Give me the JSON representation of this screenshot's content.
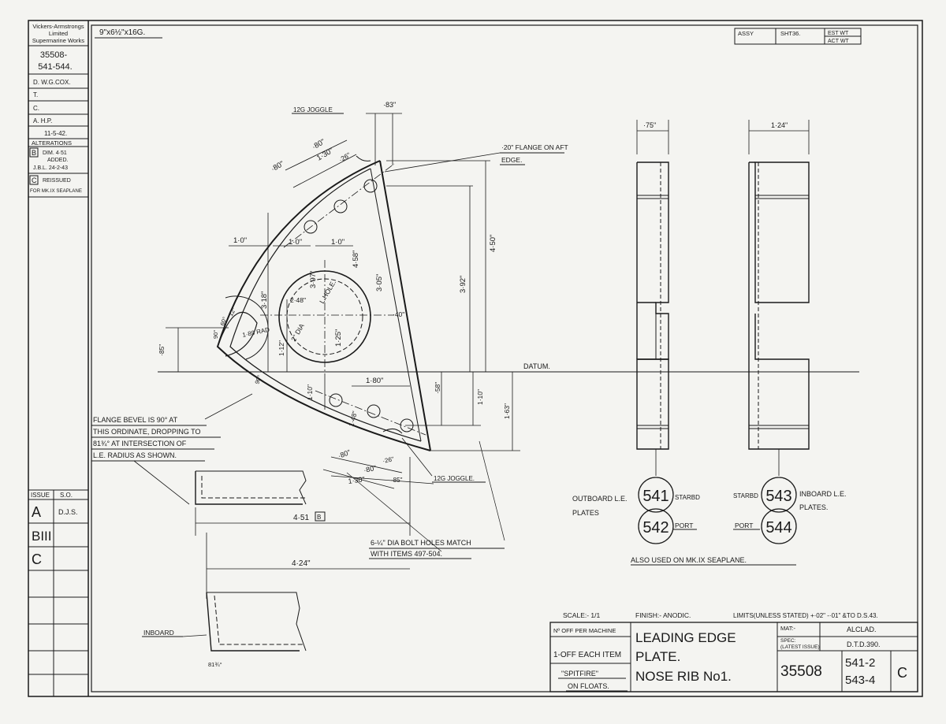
{
  "left_strip": {
    "company": [
      "Vickers-Armstrongs",
      "Limited",
      "Supermarine Works"
    ],
    "drawing_ref": [
      "35508-",
      "541-544."
    ],
    "drawn": "D. W.G.COX.",
    "traced": "T.",
    "checked": "C.",
    "approved": "A. H.P.",
    "date": "11-5-42.",
    "alterations_label": "ALTERATIONS",
    "alt_b": [
      "B",
      "DIM. 4·51",
      "ADDED.",
      "J.B.L. 24-2-43"
    ],
    "alt_c": [
      "C",
      "REISSUED",
      "FOR MK.IX SEAPLANE"
    ],
    "issue_header": [
      "ISSUE",
      "S.O."
    ],
    "issues": [
      {
        "issue": "A",
        "so": "D.J.S."
      },
      {
        "issue": "BIII",
        "so": ""
      },
      {
        "issue": "C",
        "so": ""
      }
    ]
  },
  "sheet_size": "9\"x6½\"x16G.",
  "top_right": {
    "assy": "ASSY",
    "sheet": "SHT36.",
    "est_wt": "EST WT",
    "act_wt": "ACT WT"
  },
  "rib_labels": {
    "joggle_top": "12G JOGGLE",
    "dim_083": "·83\"",
    "flange_aft": [
      "·20\" FLANGE ON AFT",
      "EDGE."
    ],
    "dims_top": [
      "·80\"",
      "·80\"",
      "1·30\"",
      "·26\""
    ],
    "dim_10a": "1·0\"",
    "dim_10b": "1·0\"",
    "dim_10c": "1·0\"",
    "dim_450": "4·50\"",
    "dim_392": "3·92\"",
    "dim_458": "4·58\"",
    "dim_397": "3·97\"",
    "dim_305": "3·05\"",
    "dim_318": "3·18\"",
    "dim_248": "2·48\"",
    "lhole": "L.HOLE.",
    "dia": "2\" DIA",
    "rad": "1·89 RAD",
    "dim_125": "1·25\"",
    "dim_112": "1·12\"",
    "dim_040": "·40\"",
    "dim_085": "·85\"",
    "ang_90a": "90°",
    "ang_60": "60°",
    "ang_12": "12°",
    "ang_90b": "90°",
    "datum": "DATUM.",
    "dim_180": "1·80\"",
    "dim_058": "·58\"",
    "dim_110a": "1·10\"",
    "dim_110b": "1·10\"",
    "dim_163": "1·63\"",
    "dim_148": "1·48\"",
    "dims_bottom": [
      "·80\"",
      "·80\"",
      "1·30\"",
      "·26\"",
      "·85\""
    ],
    "joggle_bottom": "12G JOGGLE.",
    "flange_bevel": [
      "FLANGE BEVEL IS 90° AT",
      "THIS ORDINATE, DROPPING TO",
      "81¾° AT INTERSECTION OF",
      "L.E. RADIUS AS SHOWN."
    ],
    "dim_451": "4·51",
    "dim_451_tag": "B",
    "dim_424": "4·24\"",
    "bolt_note": [
      "6-¼\" DIA BOLT HOLES MATCH",
      "WITH ITEMS 497-504."
    ],
    "inboard": "INBOARD",
    "angle_81": "81¾°"
  },
  "side_views": {
    "dim_left": "·75\"",
    "dim_right": "1·24\"",
    "outboard": [
      "OUTBOARD L.E.",
      "PLATES"
    ],
    "inboard": [
      "INBOARD L.E.",
      "PLATES."
    ],
    "starbd": "STARBD",
    "port": "PORT",
    "parts": [
      "541",
      "542",
      "543",
      "544"
    ],
    "also_used": "ALSO USED ON MK.IX SEAPLANE."
  },
  "title_block": {
    "scale": "SCALE:- 1/1",
    "finish": "FINISH:- ANODIC.",
    "limits": "LIMITS(UNLESS STATED) +·02\" -·01\" &TO D.S.43.",
    "no_off": "Nº OFF PER MACHINE",
    "off_each": "1-OFF EACH ITEM",
    "spitfire": "\"SPITFIRE\"",
    "on_floats": "ON FLOATS.",
    "title": [
      "LEADING EDGE",
      "PLATE.",
      "NOSE RIB No1."
    ],
    "mat_label": "MAT:-",
    "mat": "ALCLAD.",
    "spec_label": [
      "SPEC:",
      "(LATEST ISSUE)"
    ],
    "spec": "D.T.D.390.",
    "drawing_no": "35508",
    "items": [
      "541-2",
      "543-4"
    ],
    "issue": "C"
  }
}
